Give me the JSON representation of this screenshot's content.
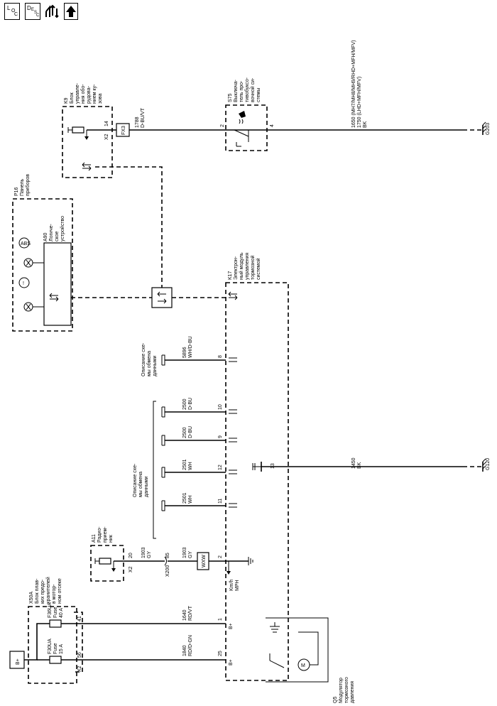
{
  "header": {
    "btn_loc_main": "L",
    "btn_loc_sub": "O",
    "btn_loc_sub2": "C",
    "btn_desc_main": "D",
    "btn_desc_sub": "E",
    "btn_desc_sub2": "S",
    "btn_desc_sub3": "C"
  },
  "components": {
    "k9": [
      "K9",
      "Блок",
      "управле-",
      "ния обо-",
      "рудова-",
      "нием ку-",
      "зова"
    ],
    "s75": [
      "S75",
      "Выключа-",
      "тель про-",
      "тивобуксо-",
      "вочной си-",
      "стемы"
    ],
    "p16": [
      "P16",
      "Панель",
      "приборов"
    ],
    "a90": [
      "A90",
      "Логиче-",
      "ское",
      "устройство"
    ],
    "k17": [
      "K17",
      "Электрон-",
      "ный модуль",
      "управления",
      "тормозной",
      "системой"
    ],
    "a11": [
      "A11",
      "Радио-",
      "прием-",
      "ник"
    ],
    "x50a": [
      "X50A",
      "Блок плав-",
      "ких предо-",
      "хранителей",
      "в мотор-",
      "ном отсеке"
    ],
    "q5": [
      "Q5",
      "Модулятор",
      "тормозного",
      "давления"
    ],
    "serial1": [
      "Описание схе-",
      "мы обмена",
      "данными"
    ],
    "serial2": [
      "Описание схе-",
      "мы обмена",
      "данными"
    ]
  },
  "fuses": {
    "f36ua": [
      "F36UA",
      "Fuse",
      "40 A"
    ],
    "f30ua": [
      "F30UA",
      "Fuse",
      "15 A"
    ]
  },
  "wires": {
    "w1788": [
      "1788",
      "D-BU/VT"
    ],
    "w1650": [
      "1650 (MH7/MH8/MH9/RHD+MFH/MFV)",
      "1750 (LHD+MFH/MFV)",
      "BK"
    ],
    "w5896": [
      "5896",
      "WH/D-BU"
    ],
    "w2500a": [
      "2500",
      "D-BU"
    ],
    "w2500b": [
      "2500",
      "D-BU"
    ],
    "w2501a": [
      "2501",
      "WH"
    ],
    "w2501b": [
      "2501",
      "WH"
    ],
    "w1450": [
      "1450",
      "BK"
    ],
    "w1903a": [
      "1903",
      "GY"
    ],
    "w1903b": [
      "1903",
      "GY"
    ],
    "w1640": [
      "1640",
      "RD/VT"
    ],
    "w1840": [
      "1840",
      "RD/D-GN"
    ]
  },
  "labels": {
    "fx3": "FX3",
    "wxw": "WXW",
    "g203": "G203",
    "g120": "G120",
    "x200": "X200",
    "x2": "X2",
    "bplus": "B+",
    "kmh": [
      "Km/h",
      "MPH"
    ]
  },
  "pins": {
    "p14": "14",
    "p2": "2",
    "p4": "4",
    "p8": "8",
    "p10": "10",
    "p9": "9",
    "p12": "12",
    "p11": "11",
    "p13": "13",
    "p20": "20",
    "p85": "85",
    "p2b": "2",
    "p1": "1",
    "p25": "25",
    "p41": "41",
    "p56": "56"
  }
}
